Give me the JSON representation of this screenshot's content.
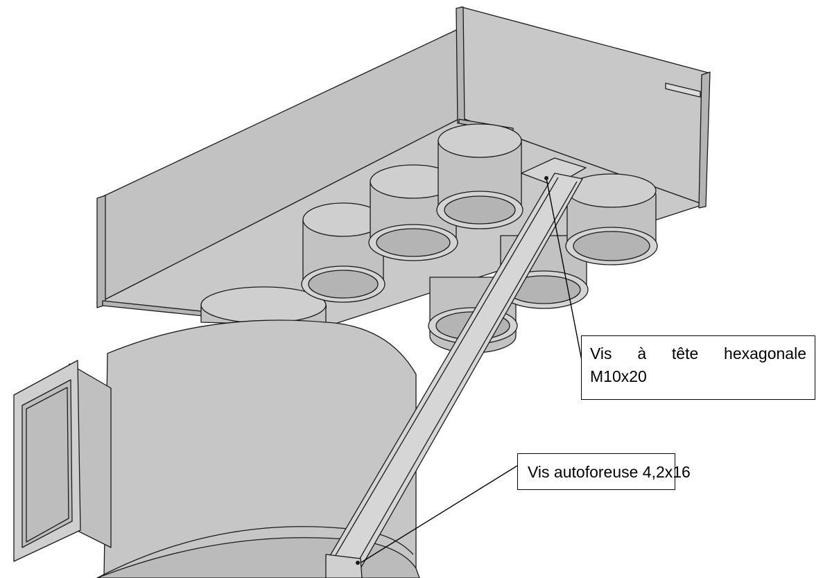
{
  "callouts": {
    "hex_bolt": {
      "line1": "Vis à tête hexagonale",
      "line2": "M10x20"
    },
    "self_drilling_screw": {
      "text": "Vis autoforeuse 4,2x16"
    }
  },
  "colors": {
    "sheet_metal": "#c6c6c6",
    "sheet_metal_dark": "#b4b4b4",
    "sheet_metal_light": "#d4d4d4",
    "outline": "#1a1a1a",
    "background": "#ffffff"
  }
}
